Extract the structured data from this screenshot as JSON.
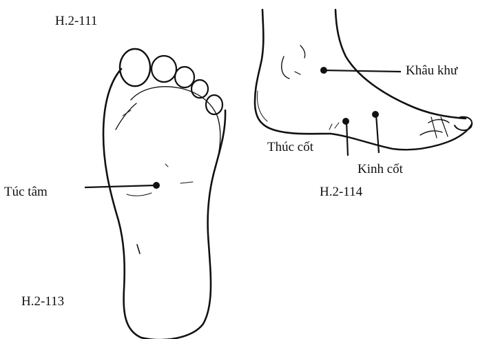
{
  "figures": {
    "fig_111": "H.2-111",
    "fig_113": "H.2-113",
    "fig_114": "H.2-114"
  },
  "points": {
    "tuc_tam": "Túc tâm",
    "khau_khu": "Khâu khư",
    "thuc_cot": "Thúc cốt",
    "kinh_cot": "Kinh cốt"
  },
  "colors": {
    "ink": "#111111",
    "paper": "#ffffff"
  }
}
